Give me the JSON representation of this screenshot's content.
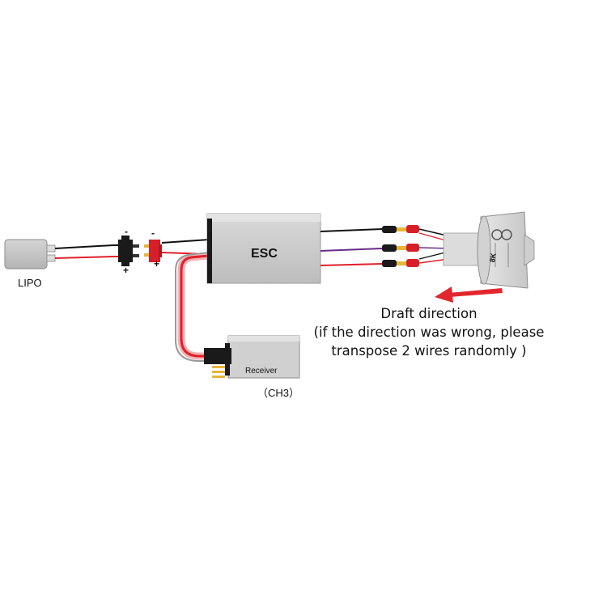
{
  "labels": {
    "battery": "LIPO",
    "minus_1": "-",
    "plus_1": "+",
    "minus_2": "-",
    "plus_2": "+",
    "esc": "ESC",
    "receiver": "Receiver",
    "channel": "（CH3）",
    "motor_brand": "8K"
  },
  "caption": {
    "title": "Draft direction",
    "line_2": "(if the direction was wrong, please",
    "line_3": "transpose 2 wires randomly )"
  },
  "colors": {
    "wire_red": "#e0202a",
    "wire_black": "#111111",
    "wire_purple": "#6a2c8a",
    "arrow": "#e3262e",
    "esc_body": "#c9c9c9",
    "receiver_body": "#cdcdcd"
  },
  "icons": {
    "battery": "lipo-battery-icon",
    "connector": "deans-t-connector-icon",
    "motor": "edf-fan-motor-icon",
    "arrow": "left-arrow-icon"
  }
}
